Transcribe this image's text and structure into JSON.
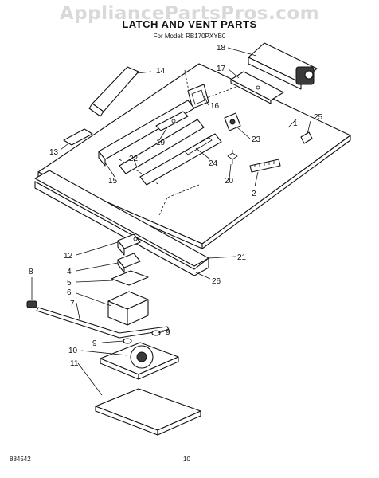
{
  "watermark": "AppliancePartsPros.com",
  "title": "LATCH AND VENT PARTS",
  "subtitle": "For Model: RB170PXYB0",
  "footer": {
    "doc_number": "884542",
    "page_number": "10"
  },
  "callouts": [
    {
      "id": "c18",
      "label": "18"
    },
    {
      "id": "c17",
      "label": "17"
    },
    {
      "id": "c14",
      "label": "14"
    },
    {
      "id": "c16",
      "label": "16"
    },
    {
      "id": "c1",
      "label": "1"
    },
    {
      "id": "c25",
      "label": "25"
    },
    {
      "id": "c19",
      "label": "19"
    },
    {
      "id": "c13",
      "label": "13"
    },
    {
      "id": "c23",
      "label": "23"
    },
    {
      "id": "c22",
      "label": "22"
    },
    {
      "id": "c24",
      "label": "24"
    },
    {
      "id": "c15",
      "label": "15"
    },
    {
      "id": "c20",
      "label": "20"
    },
    {
      "id": "c2",
      "label": "2"
    },
    {
      "id": "c21",
      "label": "21"
    },
    {
      "id": "c12",
      "label": "12"
    },
    {
      "id": "c4",
      "label": "4"
    },
    {
      "id": "c26",
      "label": "26"
    },
    {
      "id": "c8",
      "label": "8"
    },
    {
      "id": "c5",
      "label": "5"
    },
    {
      "id": "c6",
      "label": "6"
    },
    {
      "id": "c7",
      "label": "7"
    },
    {
      "id": "c9a",
      "label": "9"
    },
    {
      "id": "c9b",
      "label": "9"
    },
    {
      "id": "c10",
      "label": "10"
    },
    {
      "id": "c11",
      "label": "11"
    }
  ]
}
